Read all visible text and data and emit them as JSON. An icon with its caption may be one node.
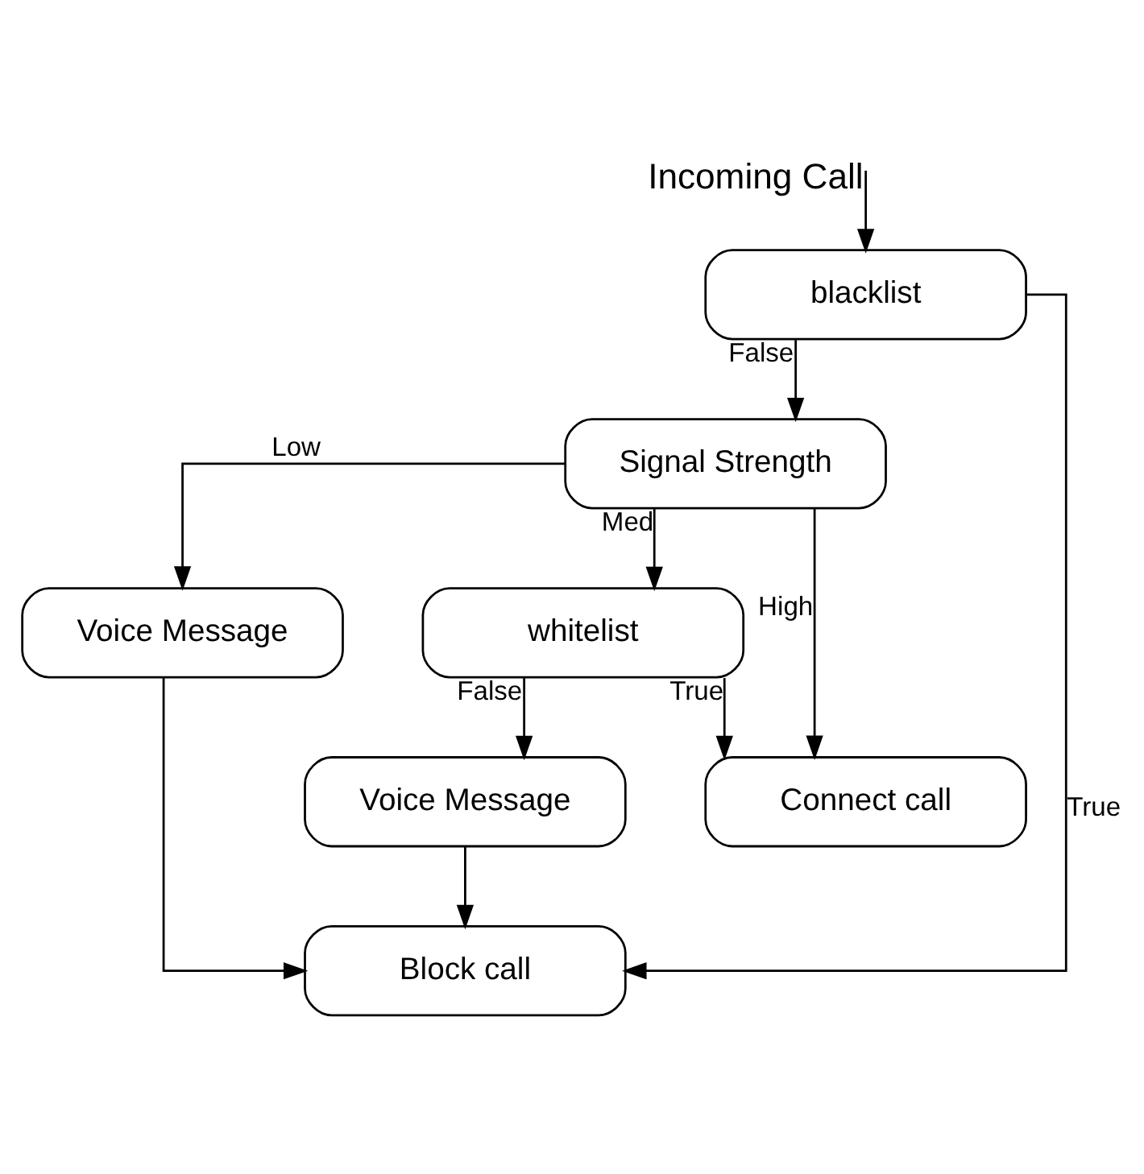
{
  "diagram": {
    "nodes": [
      {
        "text": [
          "blacklist"
        ]
      },
      {
        "text": [
          "Signal Strength"
        ]
      },
      {
        "text": [
          "Voice Message"
        ]
      },
      {
        "text": [
          "whitelist"
        ]
      },
      {
        "text": [
          "Voice Message"
        ]
      },
      {
        "text": [
          "Block call"
        ]
      },
      {
        "text": [
          "Connect call"
        ]
      }
    ],
    "edges": [
      {
        "from": null,
        "to": 0,
        "arrow": "to",
        "label": "Incoming Call"
      },
      {
        "from": 0,
        "to": 5,
        "arrow": "to",
        "label": "True"
      },
      {
        "from": 0,
        "to": 1,
        "arrow": "to",
        "label": "False"
      },
      {
        "from": 1,
        "to": 2,
        "arrow": "to",
        "label": "Low"
      },
      {
        "from": 1,
        "to": 3,
        "arrow": "to",
        "label": "Med"
      },
      {
        "from": 1,
        "to": 6,
        "arrow": "to",
        "label": "High"
      },
      {
        "from": 2,
        "to": 5,
        "arrow": "to"
      },
      {
        "from": 3,
        "to": 4,
        "arrow": "to",
        "label": "False"
      },
      {
        "from": 3,
        "to": 6,
        "arrow": "to",
        "label": "True"
      },
      {
        "from": 4,
        "to": 5,
        "arrow": "to"
      }
    ]
  }
}
